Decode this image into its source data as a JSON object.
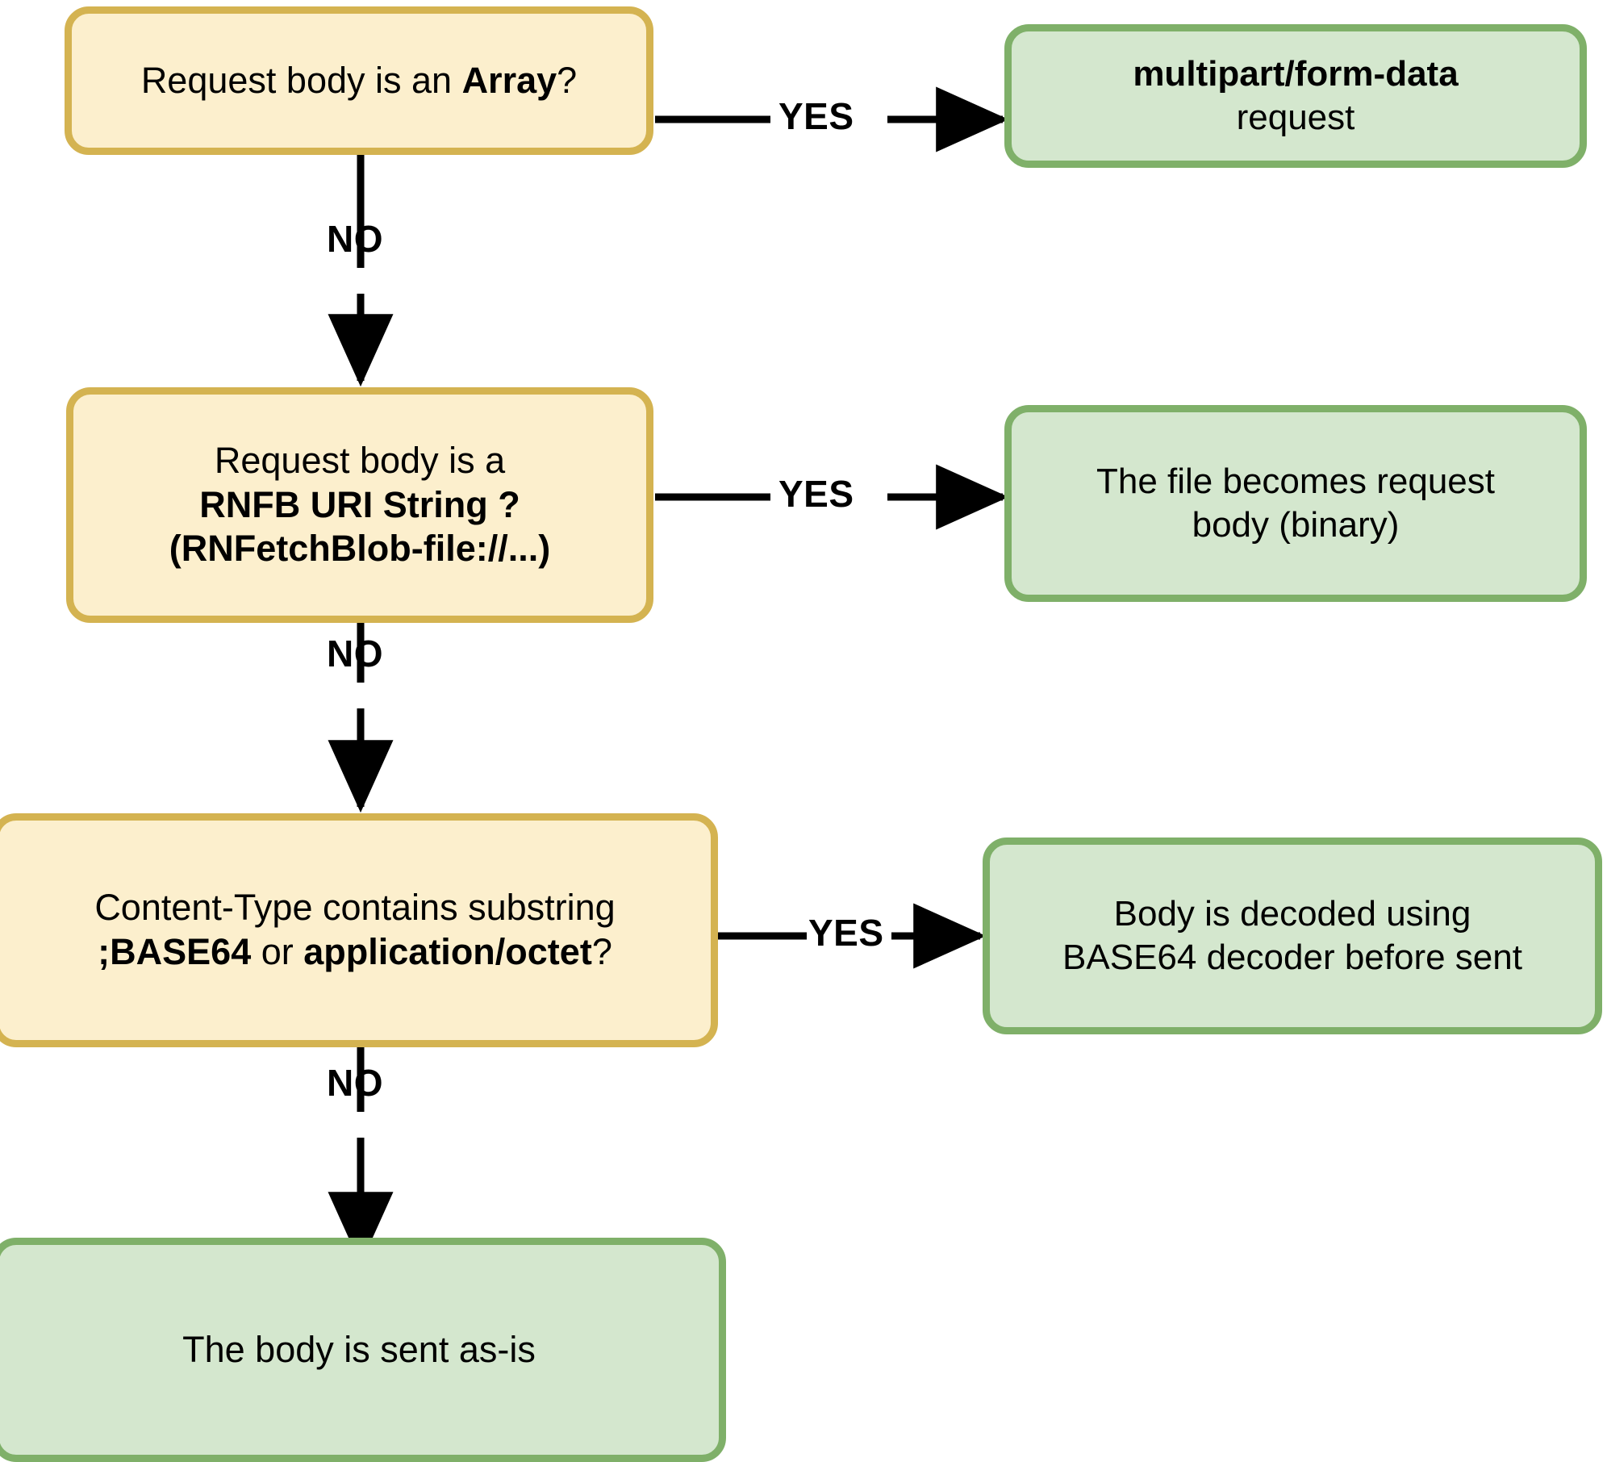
{
  "diagram": {
    "title": "Request body handling decision flow",
    "colors": {
      "decision_fill": "#fcefcd",
      "decision_border": "#d4b351",
      "terminal_fill": "#d4e7ce",
      "terminal_border": "#7fb069",
      "edge": "#000000",
      "text": "#000000"
    },
    "nodes": {
      "decision_array": {
        "type": "decision",
        "line1_pre": "Request body is an ",
        "line1_strong": "Array",
        "line1_post": "?"
      },
      "terminal_multipart": {
        "type": "terminal",
        "line1_strong": "multipart/form-data",
        "line2": "request"
      },
      "decision_rnfb": {
        "type": "decision",
        "line1": "Request body is a",
        "line2_strong": "RNFB URI String ?",
        "line3_strong": "(RNFetchBlob-file://...)"
      },
      "terminal_file_binary": {
        "type": "terminal",
        "line1": "The file becomes request",
        "line2": "body (binary)"
      },
      "decision_content_type": {
        "type": "decision",
        "line1": "Content-Type contains substring",
        "line2_strong_a": ";BASE64",
        "line2_mid": " or ",
        "line2_strong_b": "application/octet",
        "line2_post": "?"
      },
      "terminal_base64": {
        "type": "terminal",
        "line1": "Body is decoded using",
        "line2": "BASE64 decoder before sent"
      },
      "terminal_as_is": {
        "type": "terminal",
        "line1": "The body is sent as-is"
      }
    },
    "edges": [
      {
        "id": "array-yes",
        "label": "YES",
        "from": "decision_array",
        "to": "terminal_multipart"
      },
      {
        "id": "array-no",
        "label": "NO",
        "from": "decision_array",
        "to": "decision_rnfb"
      },
      {
        "id": "rnfb-yes",
        "label": "YES",
        "from": "decision_rnfb",
        "to": "terminal_file_binary"
      },
      {
        "id": "rnfb-no",
        "label": "NO",
        "from": "decision_rnfb",
        "to": "decision_content_type"
      },
      {
        "id": "contenttype-yes",
        "label": "YES",
        "from": "decision_content_type",
        "to": "terminal_base64"
      },
      {
        "id": "contenttype-no",
        "label": "NO",
        "from": "decision_content_type",
        "to": "terminal_as_is"
      }
    ]
  }
}
